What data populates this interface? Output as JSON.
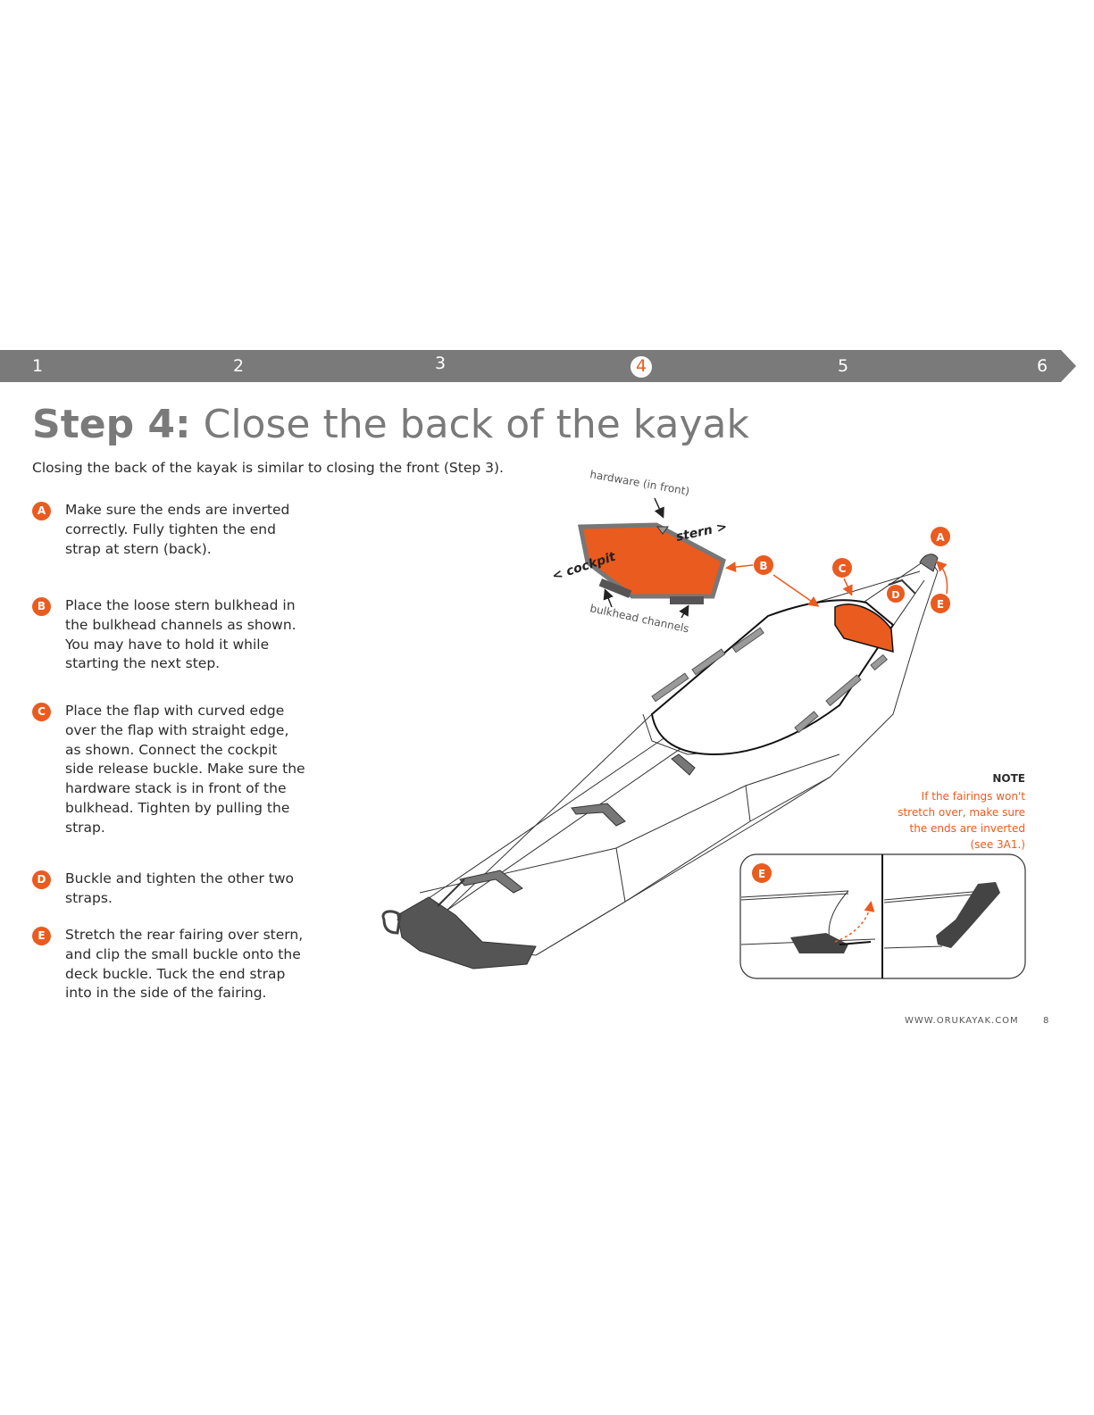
{
  "progress": {
    "steps": [
      "1",
      "2",
      "3",
      "4",
      "5",
      "6"
    ],
    "active_step": "4",
    "bar_color": "#7a7a7a",
    "active_color": "#ea5b1f"
  },
  "heading": {
    "prefix": "Step 4:",
    "text": "Close the back of the kayak"
  },
  "intro": "Closing the back of the kayak is similar to closing the front (Step 3).",
  "instructions": [
    {
      "letter": "A",
      "text": "Make sure the ends are inverted correctly. Fully tighten the end strap at stern (back)."
    },
    {
      "letter": "B",
      "text": "Place the loose stern bulkhead in the bulkhead channels as shown. You may have to hold it while starting the next step."
    },
    {
      "letter": "C",
      "text": "Place the flap with curved edge over the flap with straight edge, as shown. Connect the cockpit side release buckle. Make sure the hardware stack is in front of the bulkhead. Tighten by pulling the strap."
    },
    {
      "letter": "D",
      "text": "Buckle and tighten the other two straps."
    },
    {
      "letter": "E",
      "text": "Stretch the rear fairing over stern, and clip the small buckle onto the deck buckle.  Tuck the end strap into in the side of the fairing."
    }
  ],
  "diagram": {
    "hardware_label": "hardware (in front)",
    "stern_label": "stern >",
    "cockpit_label": "< cockpit",
    "channels_label": "bulkhead channels",
    "callouts": [
      "A",
      "B",
      "C",
      "D",
      "E"
    ],
    "inset_callout": "E",
    "accent_color": "#ea5b1f"
  },
  "note": {
    "heading": "NOTE",
    "text": "If the fairings won't stretch over, make sure the ends are inverted (see 3A1.)"
  },
  "footer": {
    "site": "WWW.ORUKAYAK.COM",
    "page": "8"
  }
}
